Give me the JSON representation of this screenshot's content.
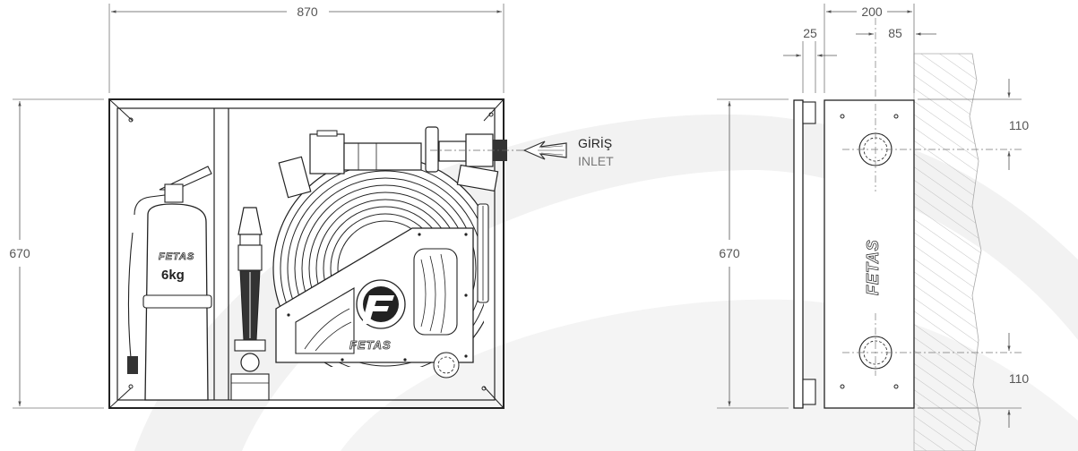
{
  "dimensions": {
    "width_front": "870",
    "height_front": "670",
    "height_side": "670",
    "depth_side": "200",
    "door_thickness": "25",
    "inlet_offset": "85",
    "top_inlet": "110",
    "bottom_outlet": "110"
  },
  "inlet": {
    "label_tr": "GİRİŞ",
    "label_en": "INLET"
  },
  "extinguisher": {
    "capacity": "6kg"
  },
  "brand": {
    "logo_text": "FETAS"
  },
  "colors": {
    "line": "#222222",
    "dim_line": "#777777",
    "watermark": "#f1f1f1",
    "wall_hatch": "#aaaaaa"
  }
}
